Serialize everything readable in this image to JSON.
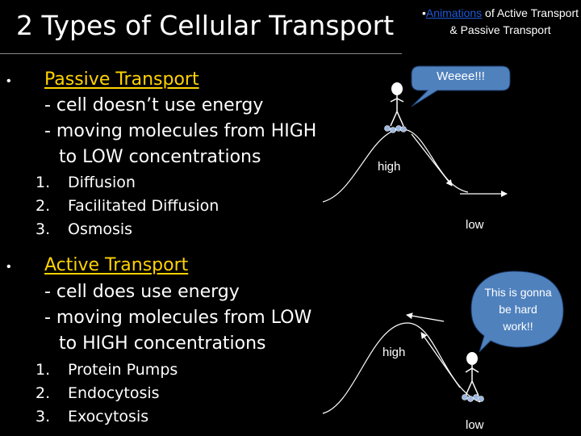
{
  "title": "2 Types of Cellular Transport",
  "animations": {
    "bullet": "•",
    "link_text": "Animations",
    "rest": " of Active Transport & Passive Transport"
  },
  "passive": {
    "bullet": "•",
    "heading": "Passive Transport",
    "lines": [
      "- cell doesn’t use energy",
      "- moving molecules from HIGH",
      "to LOW concentrations"
    ],
    "items": [
      {
        "num": "1.",
        "label": "Diffusion"
      },
      {
        "num": "2.",
        "label": "Facilitated Diffusion"
      },
      {
        "num": "3.",
        "label": "Osmosis"
      }
    ]
  },
  "active": {
    "bullet": "•",
    "heading": "Active Transport",
    "lines": [
      "- cell does use energy",
      "- moving molecules from LOW",
      "to HIGH concentrations"
    ],
    "items": [
      {
        "num": "1.",
        "label": "Protein Pumps"
      },
      {
        "num": "2.",
        "label": "Endocytosis"
      },
      {
        "num": "3.",
        "label": "Exocytosis"
      }
    ]
  },
  "diagram_top": {
    "speech": "Weeee!!!",
    "high_label": "high",
    "low_label": "low",
    "bubble_color": "#4f81bd"
  },
  "diagram_bottom": {
    "speech": "This is gonna be hard work!!",
    "high_label": "high",
    "low_label": "low",
    "bubble_color": "#4f81bd"
  },
  "colors": {
    "background": "#000000",
    "heading": "#ffd200",
    "link": "#1e5ad8",
    "molecule": "#9bb7e0"
  }
}
